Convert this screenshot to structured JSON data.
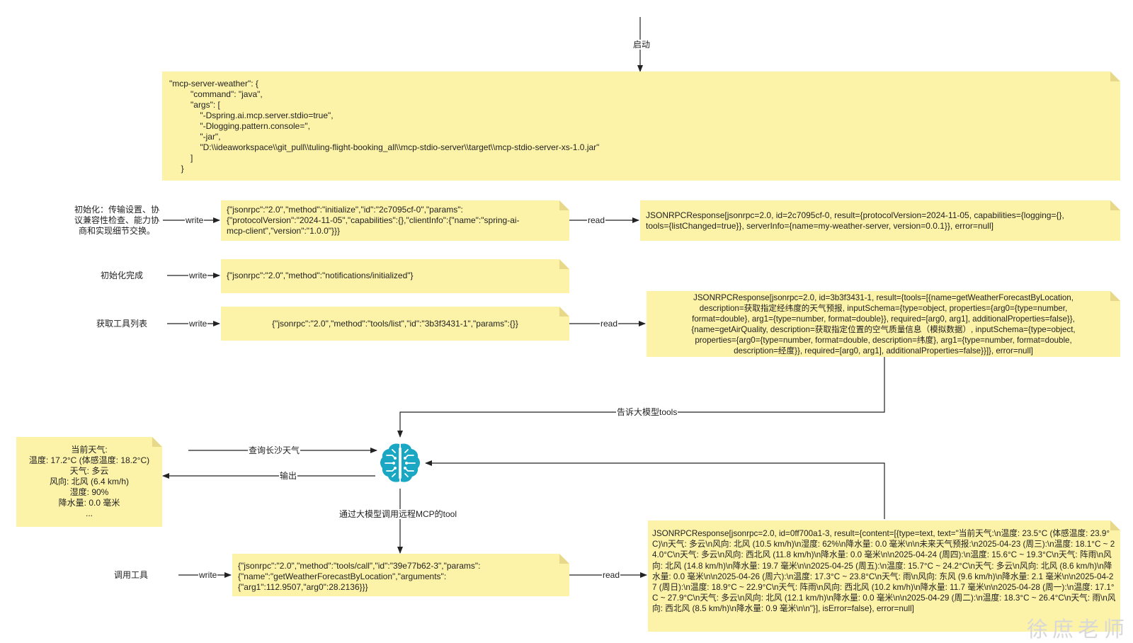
{
  "start_label": "启动",
  "config_note": "\"mcp-server-weather\": {\n         \"command\": \"java\",\n         \"args\": [\n             \"-Dspring.ai.mcp.server.stdio=true\",\n             \"-Dlogging.pattern.console=\",\n             \"-jar\",\n             \"D:\\\\ideaworkspace\\\\git_pull\\\\tuling-flight-booking_all\\\\mcp-stdio-server\\\\target\\\\mcp-stdio-server-xs-1.0.jar\"\n         ]\n     }",
  "rows": {
    "init": {
      "side": "初始化：传输设置、协\n议兼容性检查、能力协\n商和实现细节交换。",
      "request": "{\"jsonrpc\":\"2.0\",\"method\":\"initialize\",\"id\":\"2c7095cf-0\",\"params\":\n{\"protocolVersion\":\"2024-11-05\",\"capabilities\":{},\"clientInfo\":{\"name\":\"spring-ai-\nmcp-client\",\"version\":\"1.0.0\"}}}",
      "response": "JSONRPCResponse[jsonrpc=2.0, id=2c7095cf-0, result={protocolVersion=2024-11-05, capabilities={logging={},\ntools={listChanged=true}}, serverInfo={name=my-weather-server, version=0.0.1}}, error=null]"
    },
    "initialized": {
      "side": "初始化完成",
      "request": "{\"jsonrpc\":\"2.0\",\"method\":\"notifications/initialized\"}"
    },
    "tools_list": {
      "side": "获取工具列表",
      "request": "{\"jsonrpc\":\"2.0\",\"method\":\"tools/list\",\"id\":\"3b3f3431-1\",\"params\":{}}",
      "response": "JSONRPCResponse[jsonrpc=2.0, id=3b3f3431-1, result={tools=[{name=getWeatherForecastByLocation,\ndescription=获取指定经纬度的天气预报, inputSchema={type=object, properties={arg0={type=number,\nformat=double}, arg1={type=number, format=double}}, required=[arg0, arg1], additionalProperties=false}},\n{name=getAirQuality, description=获取指定位置的空气质量信息（模拟数据）, inputSchema={type=object,\nproperties={arg0={type=number, format=double, description=纬度}, arg1={type=number, format=double,\ndescription=经度}}, required=[arg0, arg1], additionalProperties=false}}]}, error=null]"
    },
    "call": {
      "side": "调用工具",
      "request": "{\"jsonrpc\":\"2.0\",\"method\":\"tools/call\",\"id\":\"39e77b62-3\",\"params\":\n{\"name\":\"getWeatherForecastByLocation\",\"arguments\":\n{\"arg1\":112.9507,\"arg0\":28.2136}}}",
      "response": "JSONRPCResponse[jsonrpc=2.0, id=0ff700a1-3, result={content=[{type=text, text=\"当前天气:\\n温度: 23.5°C (体感温度: 23.9°C)\\n天气: 多云\\n风向: 北风 (10.5 km/h)\\n湿度: 62%\\n降水量: 0.0 毫米\\n\\n未来天气预报:\\n2025-04-23 (周三):\\n温度: 18.1°C ~ 24.0°C\\n天气: 多云\\n风向: 西北风 (11.8 km/h)\\n降水量: 0.0 毫米\\n\\n2025-04-24 (周四):\\n温度: 15.6°C ~ 19.3°C\\n天气: 阵雨\\n风向: 北风 (14.8 km/h)\\n降水量: 19.7 毫米\\n\\n2025-04-25 (周五):\\n温度: 15.7°C ~ 24.2°C\\n天气: 多云\\n风向: 北风 (8.6 km/h)\\n降水量: 0.0 毫米\\n\\n2025-04-26 (周六):\\n温度: 17.3°C ~ 23.8°C\\n天气: 雨\\n风向: 东风 (9.6 km/h)\\n降水量: 2.1 毫米\\n\\n2025-04-27 (周日):\\n温度: 18.9°C ~ 22.9°C\\n天气: 阵雨\\n风向: 西北风 (10.2 km/h)\\n降水量: 11.7 毫米\\n\\n2025-04-28 (周一):\\n温度: 17.1°C ~ 27.9°C\\n天气: 多云\\n风向: 北风 (12.1 km/h)\\n降水量: 0.0 毫米\\n\\n2025-04-29 (周二):\\n温度: 18.3°C ~ 26.4°C\\n天气: 雨\\n风向: 西北风 (8.5 km/h)\\n降水量: 0.9 毫米\\n\\n\"}], isError=false}, error=null]"
    }
  },
  "weather_output": "当前天气:\n温度: 17.2°C (体感温度: 18.2°C)\n天气: 多云\n风向: 北风 (6.4 km/h)\n湿度: 90%\n降水量: 0.0 毫米\n...",
  "edge_labels": {
    "write": "write",
    "read": "read",
    "tell_tools": "告诉大模型tools",
    "query": "查询长沙天气",
    "output": "输出",
    "via_llm": "通过大模型调用远程MCP的tool"
  },
  "brain_icon": "brain-icon",
  "watermark": "徐庶老师",
  "colors": {
    "note": "#fdf3a8",
    "brain": "#1aa7c4",
    "line": "#222222"
  }
}
